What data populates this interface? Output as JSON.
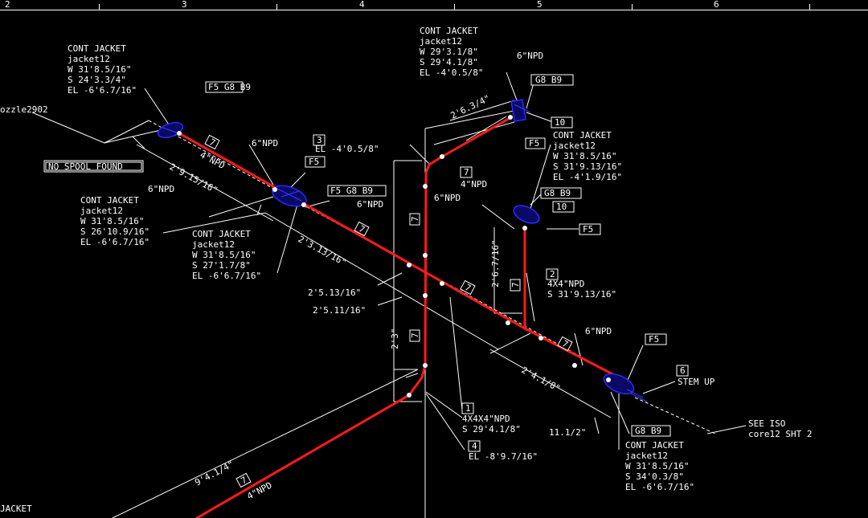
{
  "ruler": {
    "labels": [
      "2",
      "3",
      "4",
      "5",
      "6"
    ]
  },
  "blocks": {
    "b1": {
      "l1": "CONT JACKET",
      "l2": "jacket12",
      "l3": "W 31'8.5/16\"",
      "l4": "S 24'3.3/4\"",
      "l5": "EL -6'6.7/16\""
    },
    "b2": {
      "l1": "CONT JACKET",
      "l2": "jacket12",
      "l3": "W 29'3.1/8\"",
      "l4": "S 29'4.1/8\"",
      "l5": "EL -4'0.5/8\""
    },
    "b3": {
      "l1": "CONT JACKET",
      "l2": "jacket12",
      "l3": "W 31'8.5/16\"",
      "l4": "S 31'9.13/16\"",
      "l5": "EL -4'1.9/16\""
    },
    "b4": {
      "l1": "CONT JACKET",
      "l2": "jacket12",
      "l3": "W 31'8.5/16\"",
      "l4": "S 26'10.9/16\"",
      "l5": "EL -6'6.7/16\""
    },
    "b5": {
      "l1": "CONT JACKET",
      "l2": "jacket12",
      "l3": "W 31'8.5/16\"",
      "l4": "S 27'1.7/8\"",
      "l5": "EL -6'6.7/16\""
    },
    "b6": {
      "l1": "CONT JACKET",
      "l2": "jacket12",
      "l3": "W 31'8.5/16\"",
      "l4": "S 34'0.3/8\"",
      "l5": "EL -6'6.7/16\""
    },
    "b7": {
      "l1": "JACKET"
    }
  },
  "labels": {
    "nozzle": "ozzle2902",
    "no_spool": "NO SPOOL FOUND",
    "npd6": "6\"NPD",
    "npd4": "4\"NPD",
    "npd4x4": "4X4\"NPD",
    "npd4x4x4": "4X4X4\"NPD",
    "el_3": "EL -4'0.5/8\"",
    "s_2": "S 31'9.13/16\"",
    "s_1": "S 29'4.1/8\"",
    "el_4": "EL -8'9.7/16\"",
    "stem_up": "STEM UP",
    "see_iso": "SEE ISO",
    "core_sht": "core12 SHT 2",
    "d_2_6_3_4": "2'6.3/4\"",
    "d_2_9_15_16": "2'9.15/16\"",
    "d_2_3_13_16": "2'3.13/16\"",
    "d_2_5_13_16": "2'5.13/16\"",
    "d_2_5_11_16": "2'5.11/16\"",
    "d_2_6_7_16": "2'6.7/16\"",
    "d_2_3": "2'3\"",
    "d_2_4_1_8": "2'4.1/8\"",
    "d_11_1_2": "11.1/2\"",
    "d_9_4_1_4": "9'4.1/4\""
  },
  "tags": {
    "f5": "F5",
    "g8": "G8",
    "b9": "B9",
    "f5g8b9": "F5 G8 B9",
    "g8b9": "G8 B9",
    "t7": "7",
    "t3": "3",
    "t10": "10",
    "t2": "2",
    "t1": "1",
    "t4": "4",
    "t6": "6"
  },
  "colors": {
    "background": "#000000",
    "pipe": "#ff1a1a",
    "fitting": "#2a2aff",
    "text": "#ffffff"
  }
}
